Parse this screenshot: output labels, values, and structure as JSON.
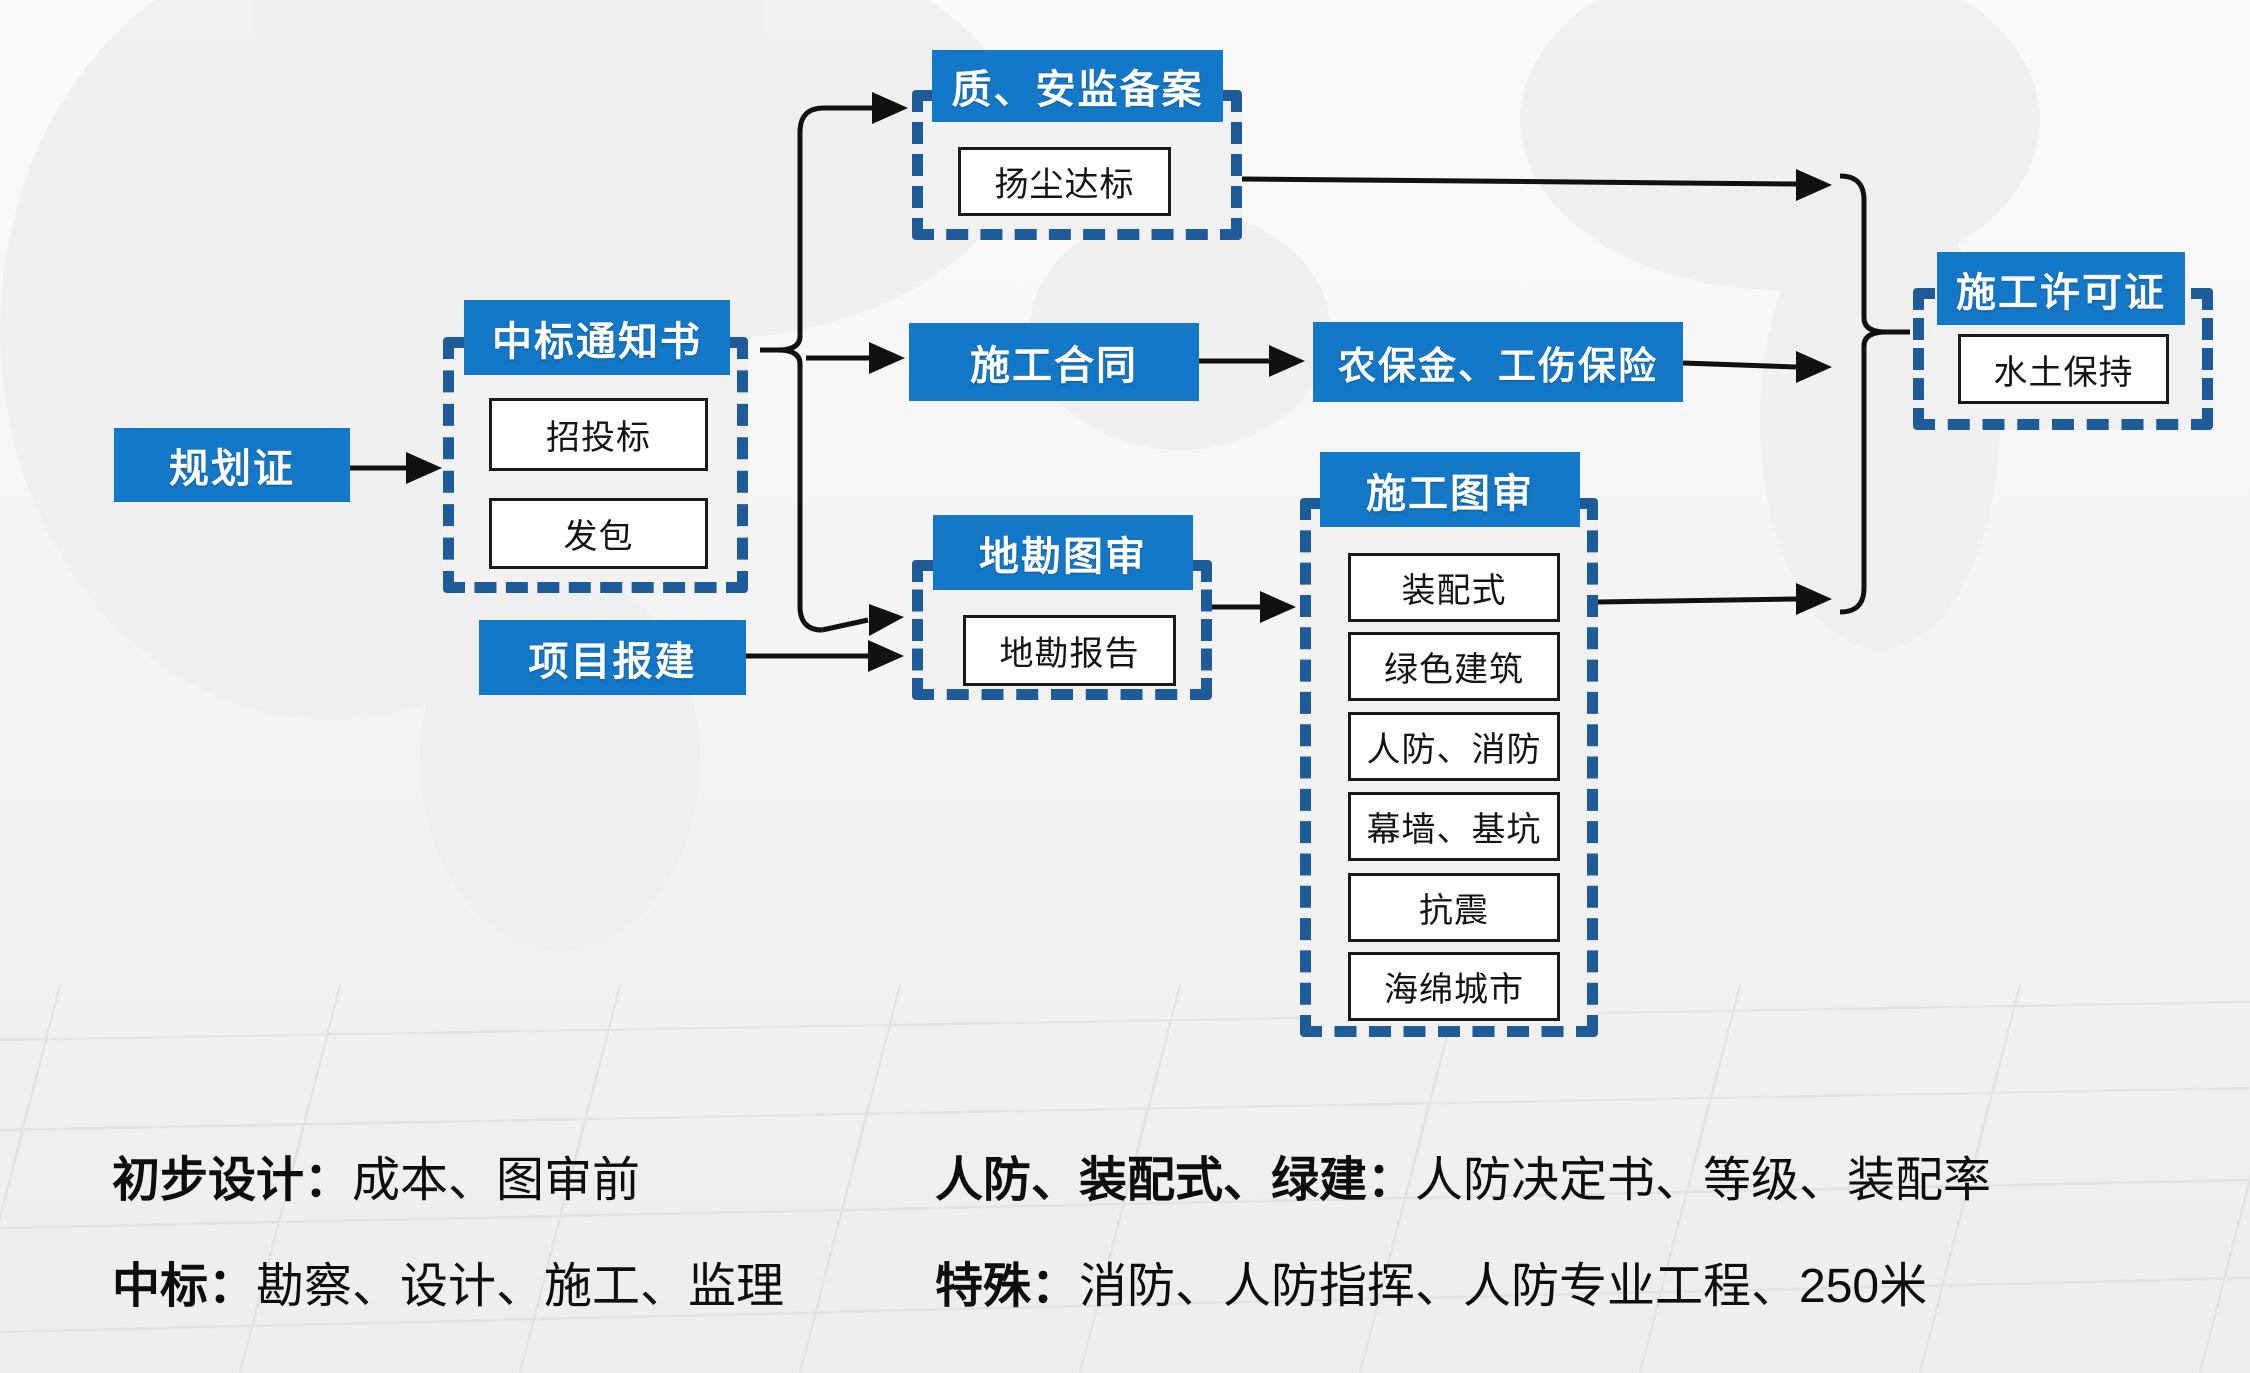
{
  "diagram": {
    "colors": {
      "box_blue": "#1478C8",
      "dash_blue": "#1E5C99",
      "line_black": "#111111"
    },
    "nodes": {
      "planning_cert": {
        "label": "规划证"
      },
      "bid_notice": {
        "title": "中标通知书",
        "items": [
          "招投标",
          "发包"
        ]
      },
      "project_filing": {
        "label": "项目报建"
      },
      "quality_safety_filing": {
        "title": "质、安监备案",
        "items": [
          "扬尘达标"
        ]
      },
      "construction_contract": {
        "label": "施工合同"
      },
      "insurance": {
        "label": "农保金、工伤保险"
      },
      "geo_survey_review": {
        "title": "地勘图审",
        "items": [
          "地勘报告"
        ]
      },
      "construction_drawing_review": {
        "title": "施工图审",
        "items": [
          "装配式",
          "绿色建筑",
          "人防、消防",
          "幕墙、基坑",
          "抗震",
          "海绵城市"
        ]
      },
      "construction_permit": {
        "title": "施工许可证",
        "items": [
          "水土保持"
        ]
      }
    },
    "edges": [
      {
        "from": "规划证",
        "to": "中标通知书"
      },
      {
        "from": "中标通知书",
        "to": "质、安监备案"
      },
      {
        "from": "中标通知书",
        "to": "施工合同"
      },
      {
        "from": "中标通知书",
        "to": "地勘图审"
      },
      {
        "from": "项目报建",
        "to": "地勘图审"
      },
      {
        "from": "施工合同",
        "to": "农保金、工伤保险"
      },
      {
        "from": "地勘图审",
        "to": "施工图审"
      },
      {
        "from": "质、安监备案",
        "to": "施工许可证"
      },
      {
        "from": "农保金、工伤保险",
        "to": "施工许可证"
      },
      {
        "from": "施工图审",
        "to": "施工许可证"
      }
    ]
  },
  "notes": [
    {
      "label": "初步设计：",
      "text": "成本、图审前"
    },
    {
      "label": "中标：",
      "text": "勘察、设计、施工、监理"
    },
    {
      "label": "人防、装配式、绿建：",
      "text": "人防决定书、等级、装配率"
    },
    {
      "label": "特殊：",
      "text": "消防、人防指挥、人防专业工程、250米"
    }
  ]
}
